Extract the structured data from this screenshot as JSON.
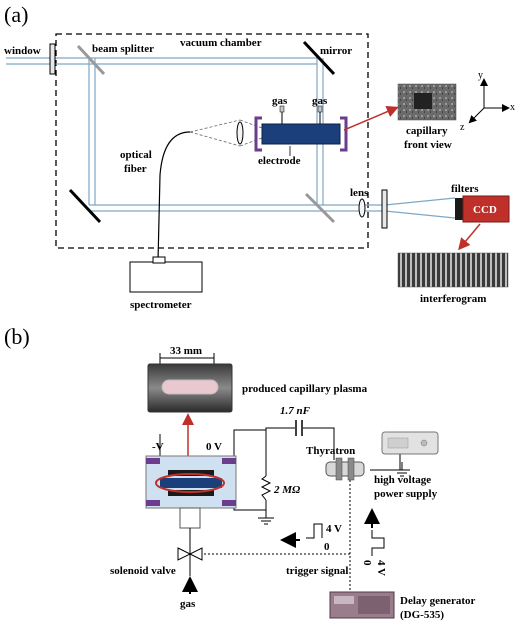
{
  "panel_a": {
    "panel_label": "(a)",
    "labels": {
      "window": "window",
      "beam_splitter": "beam splitter",
      "vacuum_chamber": "vacuum chamber",
      "mirror": "mirror",
      "gas_left": "gas",
      "gas_right": "gas",
      "capillary": "capillary",
      "front_view": "front view",
      "optical": "optical",
      "fiber": "fiber",
      "electrode": "electrode",
      "lens": "lens",
      "filters": "filters",
      "ccd": "CCD",
      "spectrometer": "spectrometer",
      "interferogram": "interferogram"
    },
    "axes": {
      "x": "x",
      "y": "y",
      "z": "z"
    }
  },
  "panel_b": {
    "panel_label": "(b)",
    "labels": {
      "dimension": "33 mm",
      "produced_plasma": "produced capillary plasma",
      "capacitance": "1.7 nF",
      "neg_v": "-V",
      "zero_v": "0 V",
      "thyratron": "Thyratron",
      "resistor": "2 MΩ",
      "hv_supply_1": "high voltage",
      "hv_supply_2": "power supply",
      "pulse_4v": "4 V",
      "pulse_0": "0",
      "pulse_4v_vert": "4 V",
      "pulse_0_vert": "0",
      "trigger": "trigger signal",
      "solenoid": "solenoid valve",
      "gas": "gas",
      "delay_gen_1": "Delay generator",
      "delay_gen_2": "(DG-535)"
    }
  },
  "colors": {
    "beam": "#7fa7c4",
    "capillary_blue": "#1b3f7a",
    "electrode_purple": "#6b3d8c",
    "ccd_red": "#c0302b",
    "arrow_red": "#c0302b",
    "chamber_light": "#cfe0f0"
  }
}
